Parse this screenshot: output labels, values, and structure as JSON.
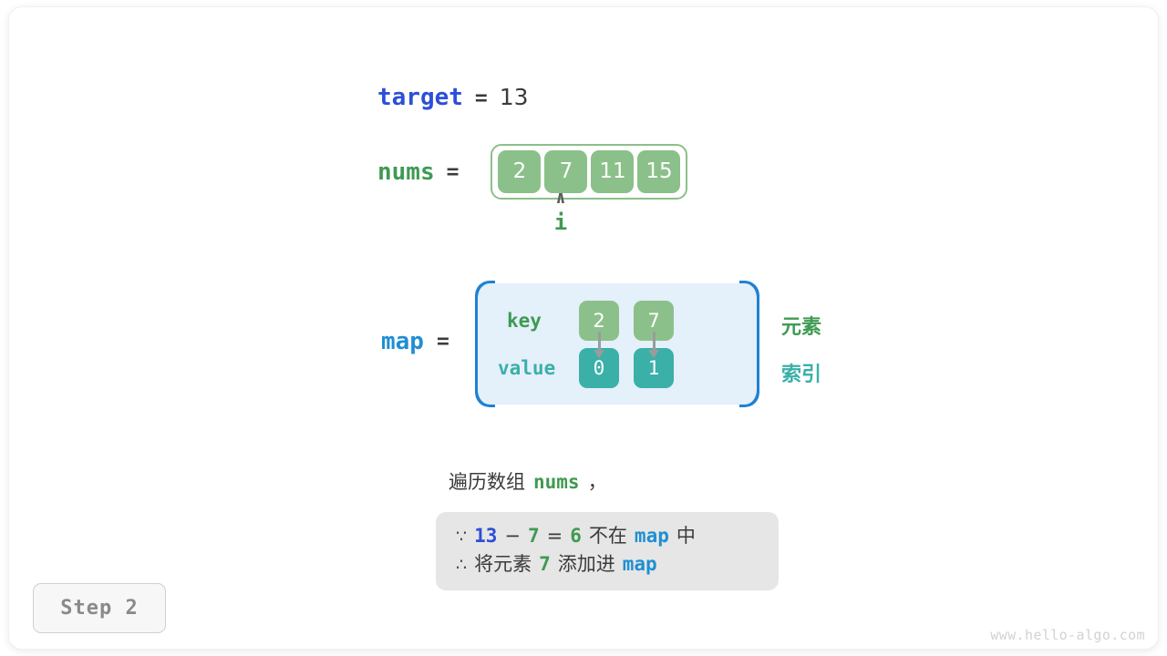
{
  "page": {
    "watermark": "www.hello-algo.com",
    "step_badge": "Step 2"
  },
  "target_line": {
    "var_label": "target",
    "equals": "=",
    "value": "13"
  },
  "nums_line": {
    "var_label": "nums",
    "equals": "=",
    "cells": [
      "2",
      "7",
      "11",
      "15"
    ],
    "pointer_caret": "∧",
    "pointer_label": "i",
    "pointer_index": 1
  },
  "map_section": {
    "var_label": "map",
    "equals": "=",
    "key_row_label": "key",
    "value_row_label": "value",
    "keys": [
      "2",
      "7"
    ],
    "values": [
      "0",
      "1"
    ],
    "side_label_element": "元素",
    "side_label_index": "索引"
  },
  "description": {
    "prefix": "遍历数组",
    "code": "nums",
    "suffix": "，"
  },
  "note": {
    "row1": {
      "symbol": "∵",
      "a": "13",
      "minus": "−",
      "b": "7",
      "equals": "=",
      "result": "6",
      "text": "不在",
      "code": "map",
      "tail": "中"
    },
    "row2": {
      "symbol": "∴",
      "text": "将元素",
      "value": "7",
      "text2": "添加进",
      "code": "map"
    }
  },
  "colors": {
    "var_blue_dark": "#2c4fd8",
    "var_blue_light": "#1f8fd2",
    "var_green": "#3f9a53",
    "cell_green": "#8cc08a",
    "cell_teal": "#3ab0a8",
    "map_box_fill": "#e4f0fa",
    "map_box_border": "#1f81d2",
    "note_box_fill": "#e6e6e6",
    "text_dark": "#3b3b3b"
  }
}
